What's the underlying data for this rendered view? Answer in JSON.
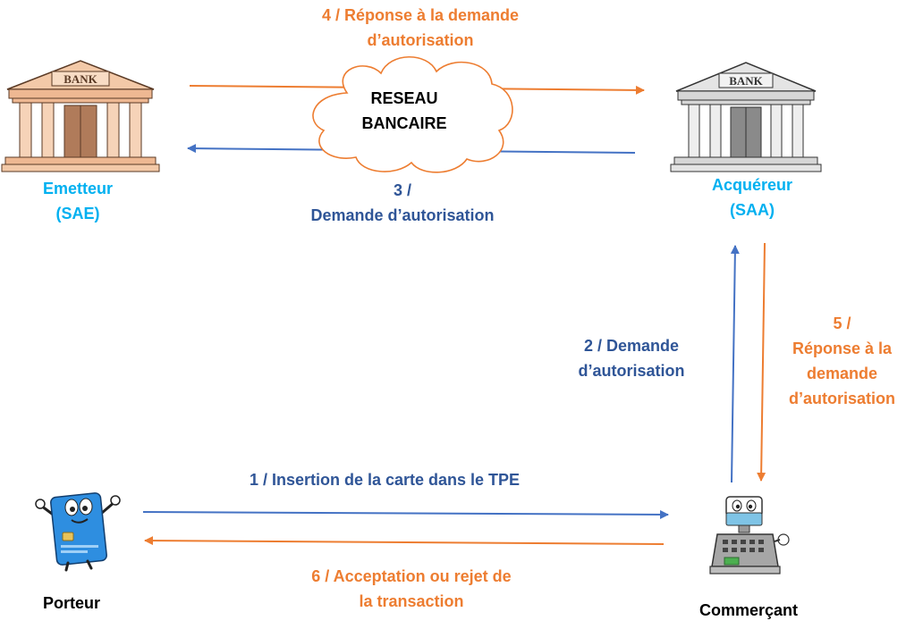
{
  "nodes": {
    "emetteur": {
      "name": "Emetteur",
      "code": "(SAE)"
    },
    "acquereur": {
      "name": "Acquéreur",
      "code": "(SAA)"
    },
    "reseau": {
      "line1": "RESEAU",
      "line2": "BANCAIRE"
    },
    "porteur": {
      "name": "Porteur"
    },
    "commercant": {
      "name": "Commerçant"
    },
    "bank_sign": "BANK"
  },
  "steps": {
    "s1": "1 / Insertion de la carte dans le TPE",
    "s2": {
      "line1": "2 / Demande",
      "line2": "d’autorisation"
    },
    "s3": {
      "line1": "3 /",
      "line2": "Demande d’autorisation"
    },
    "s4": {
      "line1": "4 / Réponse à la demande",
      "line2": "d’autorisation"
    },
    "s5": {
      "line1": "5 /",
      "line2": "Réponse à la",
      "line3": "demande",
      "line4": "d’autorisation"
    },
    "s6": {
      "line1": "6 / Acceptation ou rejet de",
      "line2": "la transaction"
    }
  },
  "colors": {
    "orange": "#ED7D31",
    "blue": "#4472C4",
    "dark_blue": "#2F5597",
    "cyan": "#00B0F0"
  }
}
